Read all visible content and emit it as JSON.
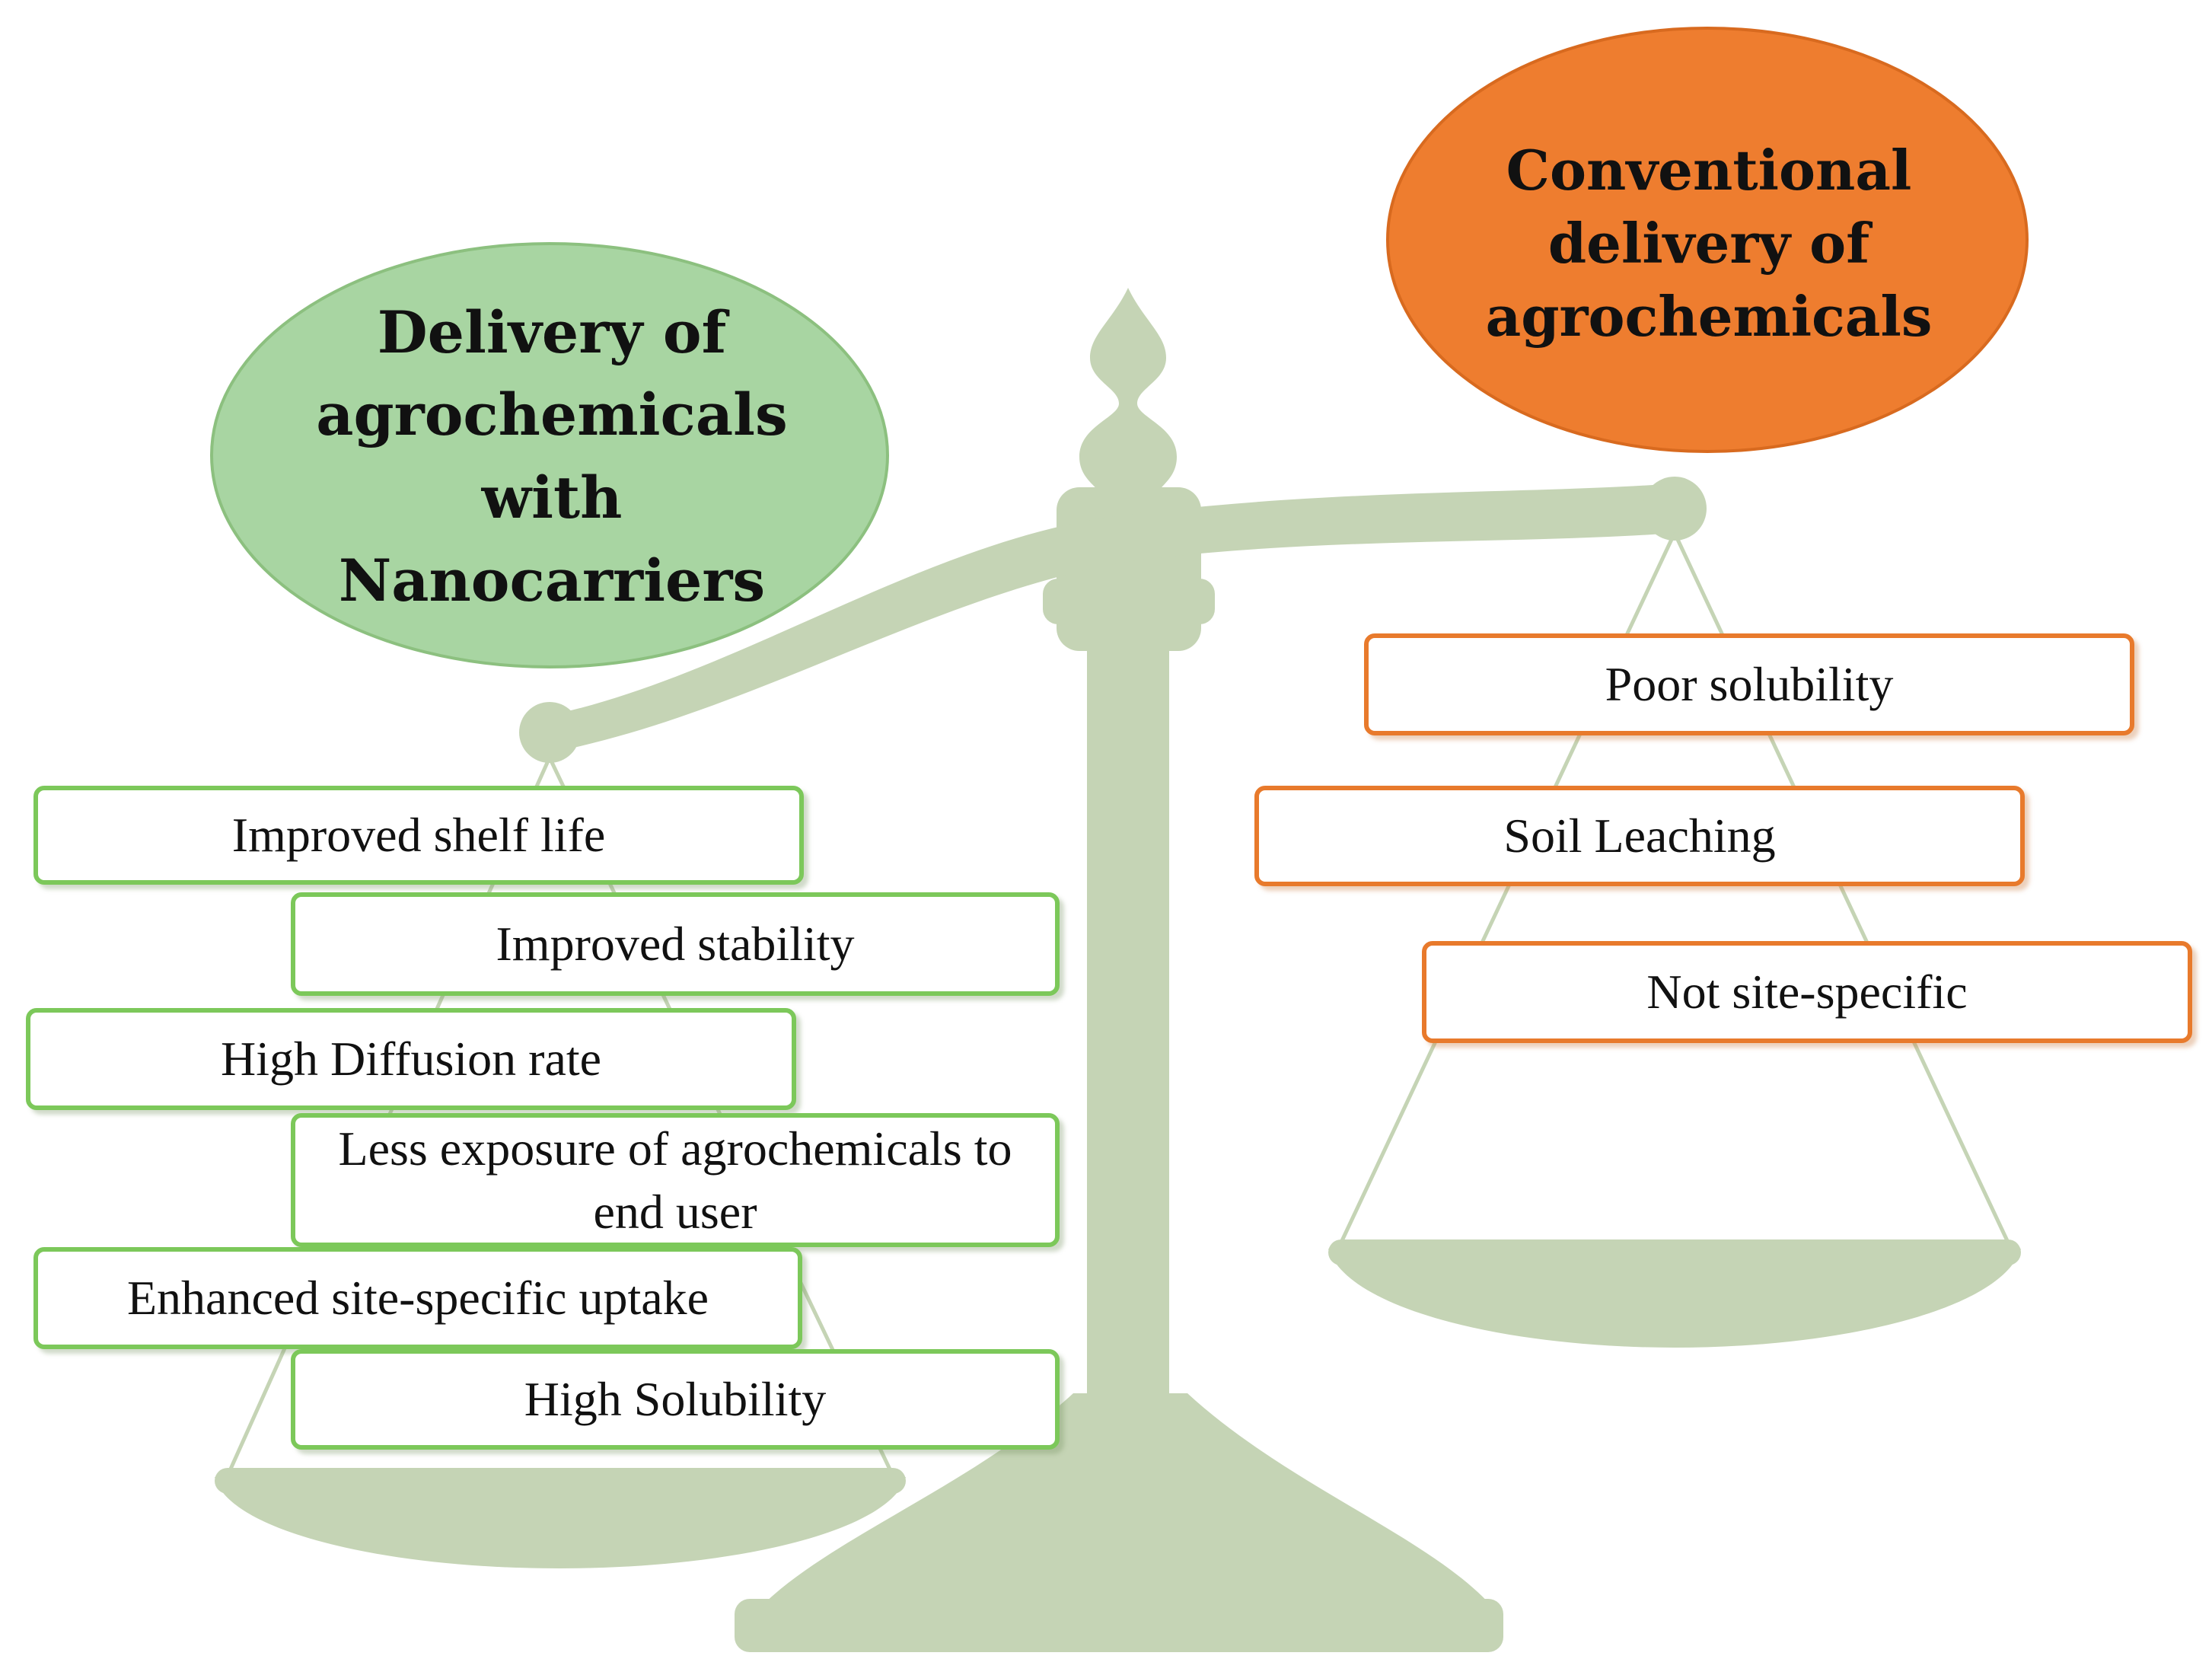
{
  "left_oval": {
    "label": "Delivery of\nagrochemicals\nwith\nNanocarriers",
    "color": "#a8d5a2"
  },
  "right_oval": {
    "label": "Conventional\ndelivery of\nagrochemicals",
    "color": "#ee7d2f"
  },
  "scale": {
    "color": "#c5d4b5"
  },
  "left_boxes": [
    {
      "label": "Improved shelf life"
    },
    {
      "label": "Improved stability"
    },
    {
      "label": "High Diffusion rate"
    },
    {
      "label": "Less exposure of agrochemicals to end user"
    },
    {
      "label": "Enhanced site-specific uptake"
    },
    {
      "label": "High Solubility"
    }
  ],
  "right_boxes": [
    {
      "label": "Poor solubility"
    },
    {
      "label": "Soil Leaching"
    },
    {
      "label": "Not site-specific"
    }
  ]
}
